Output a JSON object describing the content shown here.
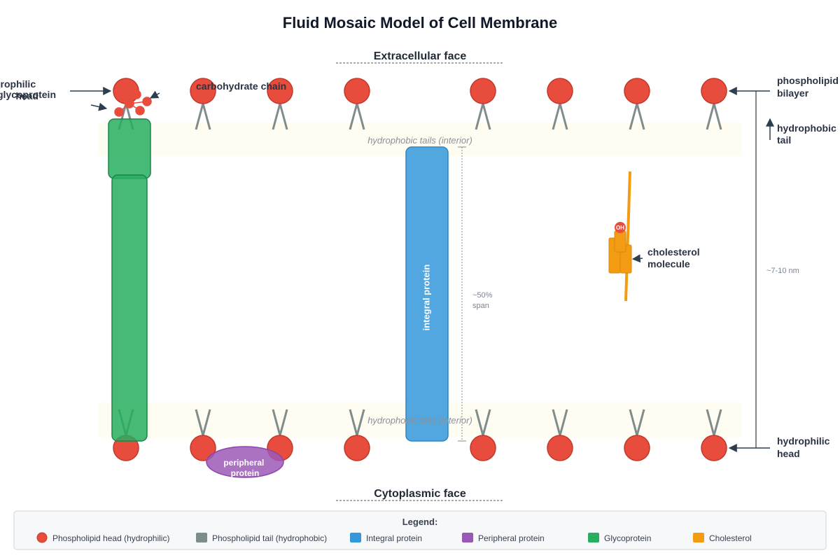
{
  "title": "Fluid Mosaic Model of Cell Membrane",
  "faces": {
    "top": "Extracellular face",
    "bottom": "Cytoplasmic face"
  },
  "regions": {
    "upper": "hydrophobic tails (interior)",
    "lower": "hydrophobic tails (interior)"
  },
  "proteins": {
    "integral": "integral protein",
    "peripheral": [
      "peripheral",
      "protein"
    ],
    "span_note": [
      "~50%",
      "span"
    ]
  },
  "labels": {
    "glycoprotein": "glycoprotein",
    "carbohydrate_chain": "carbohydrate chain",
    "hydrophilic_head_left": [
      "hydrophilic",
      "head"
    ],
    "phospholipid_bilayer": [
      "phospholipid",
      "bilayer"
    ],
    "hydrophobic_tail": [
      "hydrophobic",
      "tail"
    ],
    "cholesterol_molecule": [
      "cholesterol",
      "molecule"
    ],
    "hydrophilic_head_right": [
      "hydrophilic",
      "head"
    ],
    "thickness": "~7-10 nm",
    "oh_group": "OH"
  },
  "legend": {
    "title": "Legend:",
    "items": [
      {
        "label": "Phospholipid head (hydrophilic)",
        "color": "#e74c3c",
        "shape": "circle"
      },
      {
        "label": "Phospholipid tail (hydrophobic)",
        "color": "#7f8c8d",
        "shape": "square"
      },
      {
        "label": "Integral protein",
        "color": "#3498db",
        "shape": "square"
      },
      {
        "label": "Peripheral protein",
        "color": "#9b59b6",
        "shape": "square"
      },
      {
        "label": "Glycoprotein",
        "color": "#27ae60",
        "shape": "square"
      },
      {
        "label": "Cholesterol",
        "color": "#f39c12",
        "shape": "square"
      }
    ]
  },
  "colors": {
    "head": "#e74c3c",
    "tail": "#7f8c8d",
    "integral": "#3498db",
    "peripheral": "#9b59b6",
    "glycoprotein": "#27ae60",
    "cholesterol": "#f39c12",
    "arrow": "#2c3e50"
  }
}
